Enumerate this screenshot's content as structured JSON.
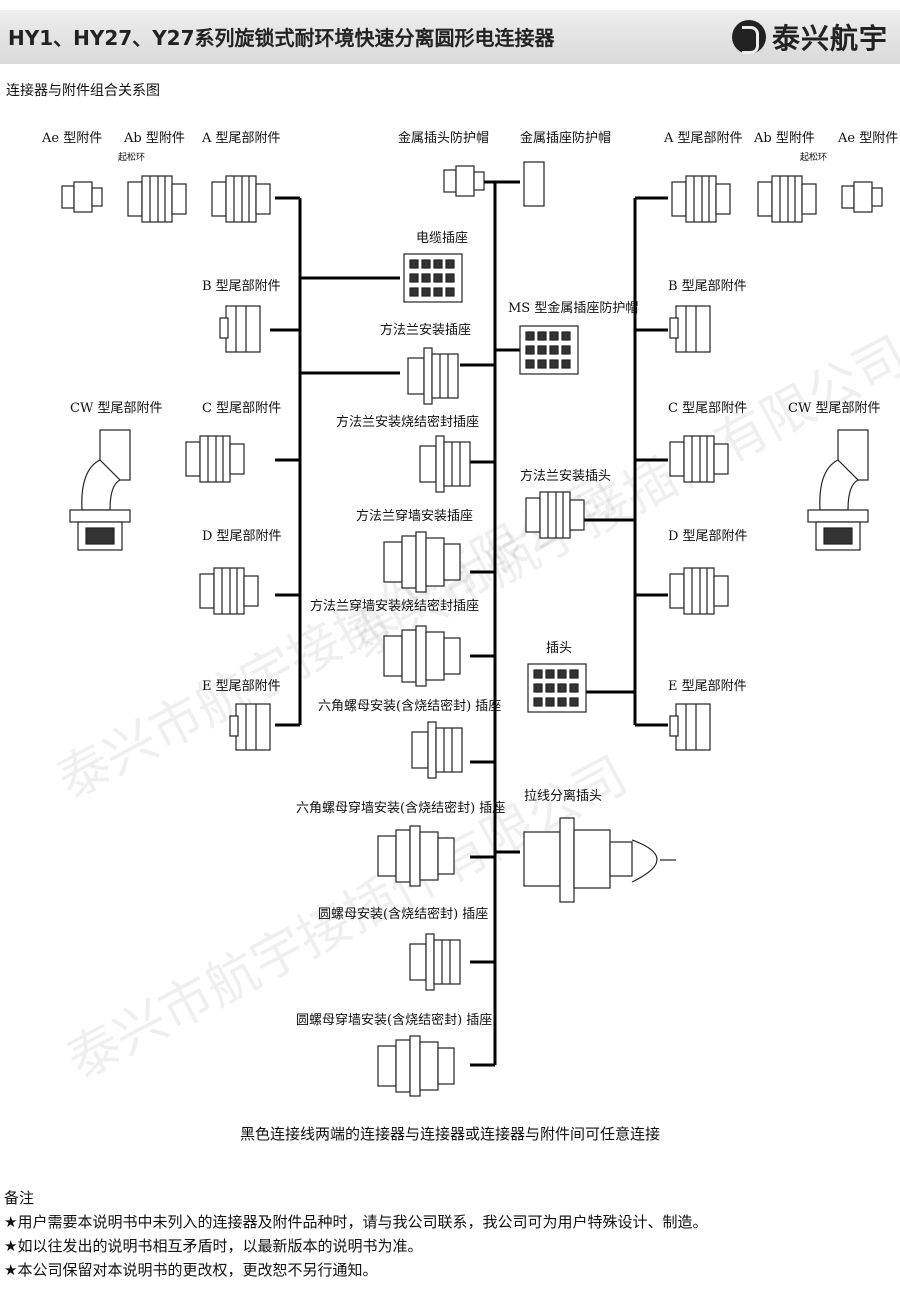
{
  "header": {
    "title": "HY1、HY27、Y27系列旋锁式耐环境快速分离圆形电连接器",
    "brand": "泰兴航宇"
  },
  "section_title": "连接器与附件组合关系图",
  "labels": {
    "ae": "Ae 型附件",
    "ab": "Ab 型附件",
    "a": "A 型尾部附件",
    "anti_loose": "起松环",
    "b": "B 型尾部附件",
    "cw": "CW 型尾部附件",
    "c": "C 型尾部附件",
    "d": "D 型尾部附件",
    "e": "E 型尾部附件",
    "plug_cap": "金属插头防护帽",
    "receptacle_cap": "金属插座防护帽",
    "cable_receptacle": "电缆插座",
    "ms_cap": "MS 型金属插座防护帽",
    "flange_receptacle": "方法兰安装插座",
    "flange_sealed_receptacle": "方法兰安装烧结密封插座",
    "flange_plug": "方法兰安装插头",
    "flange_wall_receptacle": "方法兰穿墙安装插座",
    "flange_wall_sealed_receptacle": "方法兰穿墙安装烧结密封插座",
    "plug": "插头",
    "hex_nut_receptacle": "六角螺母安装(含烧结密封) 插座",
    "hex_nut_wall_receptacle": "六角螺母穿墙安装(含烧结密封) 插座",
    "lanyard_plug": "拉线分离插头",
    "round_nut_receptacle": "圆螺母安装(含烧结密封) 插座",
    "round_nut_wall_receptacle": "圆螺母穿墙安装(含烧结密封) 插座"
  },
  "watermark": "泰兴市航宇接插件有限公司",
  "caption": "黑色连接线两端的连接器与连接器或连接器与附件间可任意连接",
  "notes": {
    "heading": "备注",
    "items": [
      "★用户需要本说明书中未列入的连接器及附件品种时，请与我公司联系，我公司可为用户特殊设计、制造。",
      "★如以往发出的说明书相互矛盾时，以最新版本的说明书为准。",
      "★本公司保留对本说明书的更改权，更改恕不另行通知。"
    ]
  },
  "colors": {
    "header_bg": "#dddddd",
    "wire": "#000000"
  }
}
